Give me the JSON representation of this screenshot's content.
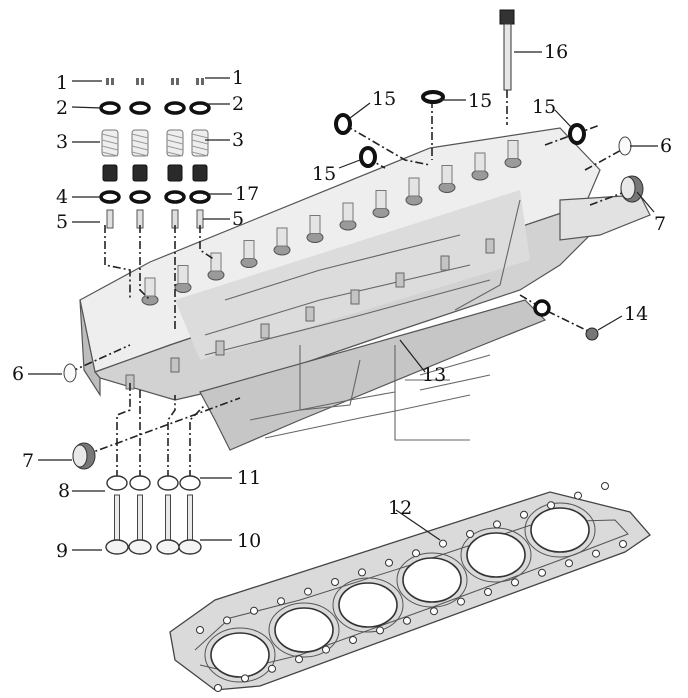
{
  "diagram": {
    "labels": {
      "l1": "1",
      "l2": "2",
      "l3": "3",
      "l4": "4",
      "l5": "5",
      "l6": "6",
      "l7": "7",
      "l8": "8",
      "l9": "9",
      "l10": "10",
      "l11": "11",
      "l12": "12",
      "l13": "13",
      "l14": "14",
      "l15": "15",
      "l16": "16",
      "l17": "17"
    }
  },
  "colors": {
    "head_light": "#f2f2f2",
    "head_mid": "#d6d6d6",
    "head_dark": "#a9a9a9",
    "gasket_body": "#dcdcdc",
    "gasket_hole": "#ffffff",
    "part_dark": "#222222"
  }
}
